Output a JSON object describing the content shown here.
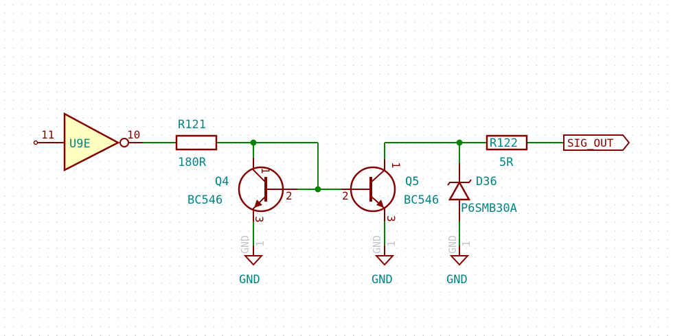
{
  "colors": {
    "wire": "#008400",
    "component": "#840000",
    "reference_text": "#008484",
    "buffer_fill": "#ffffc2",
    "hidden_pin_text": "#c6c6c6",
    "grid_dot": "#c8c8c8"
  },
  "u9e": {
    "ref": "U9E",
    "pin_in": "11",
    "pin_out": "10"
  },
  "r121": {
    "ref": "R121",
    "value": "180R"
  },
  "q4": {
    "ref": "Q4",
    "value": "BC546",
    "pin_c": "1",
    "pin_b": "2",
    "pin_e": "3"
  },
  "q5": {
    "ref": "Q5",
    "value": "BC546",
    "pin_c": "1",
    "pin_b": "2",
    "pin_e": "3"
  },
  "d36": {
    "ref": "D36",
    "value": "P6SMB30A"
  },
  "r122": {
    "ref": "R122",
    "value": "5R"
  },
  "net_out": {
    "label": "SIG_OUT"
  },
  "gnd": [
    {
      "label": "GND",
      "pin_name": "GND",
      "pin_num": "1"
    },
    {
      "label": "GND",
      "pin_name": "GND",
      "pin_num": "1"
    },
    {
      "label": "GND",
      "pin_name": "GND",
      "pin_num": "1"
    }
  ]
}
